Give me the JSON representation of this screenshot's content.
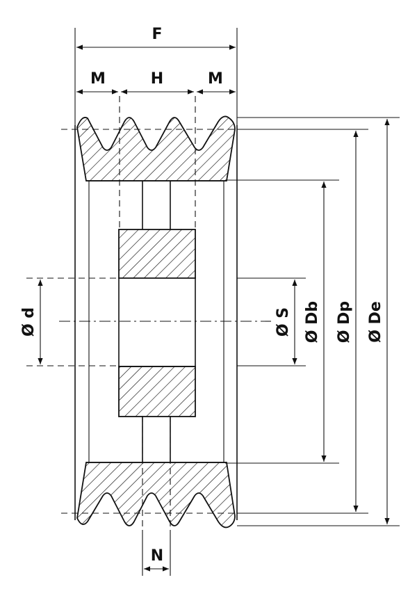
{
  "labels": {
    "F": "F",
    "M_left": "M",
    "H": "H",
    "M_right": "M",
    "N": "N",
    "d": "Ø d",
    "S": "Ø S",
    "Db": "Ø Db",
    "Dp": "Ø Dp",
    "De": "Ø De"
  }
}
